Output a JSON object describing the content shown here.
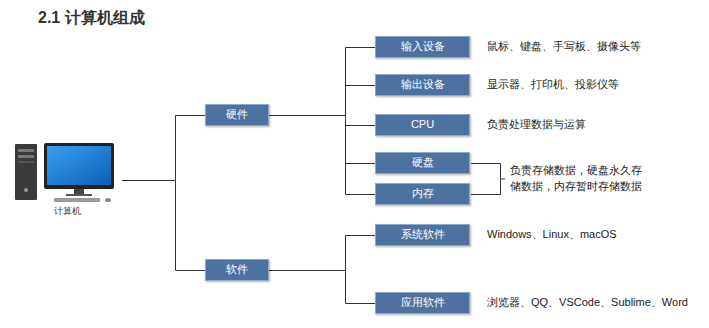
{
  "diagram": {
    "title": "2.1 计算机组成",
    "nodes": [
      {
        "text": [
          "计算机"
        ]
      },
      {
        "text": [
          "硬件"
        ]
      },
      {
        "text": [
          "输入设备"
        ]
      },
      {
        "text": [
          "输出设备"
        ]
      },
      {
        "text": [
          "CPU"
        ]
      },
      {
        "text": [
          "硬盘"
        ]
      },
      {
        "text": [
          "内存"
        ]
      },
      {
        "text": [
          "软件"
        ]
      },
      {
        "text": [
          "系统软件"
        ]
      },
      {
        "text": [
          "应用软件"
        ]
      }
    ],
    "edges": [
      {
        "from": 0,
        "to": 1,
        "arrow": "none"
      },
      {
        "from": 0,
        "to": 7,
        "arrow": "none"
      },
      {
        "from": 1,
        "to": 2,
        "arrow": "none"
      },
      {
        "from": 1,
        "to": 3,
        "arrow": "none"
      },
      {
        "from": 1,
        "to": 4,
        "arrow": "none"
      },
      {
        "from": 1,
        "to": 5,
        "arrow": "none"
      },
      {
        "from": 1,
        "to": 6,
        "arrow": "none"
      },
      {
        "from": 7,
        "to": 8,
        "arrow": "none"
      },
      {
        "from": 7,
        "to": 9,
        "arrow": "none"
      }
    ],
    "labels": [
      "鼠标、键盘、手写板、摄像头等",
      "显示器、打印机、投影仪等",
      "负责处理数据与运算",
      "负责存储数据，硬盘永久存 储数据，内存暂时存储数据",
      "Windows、Linux、macOS",
      "浏览器、QQ、VSCode、Sublime、Word"
    ]
  }
}
